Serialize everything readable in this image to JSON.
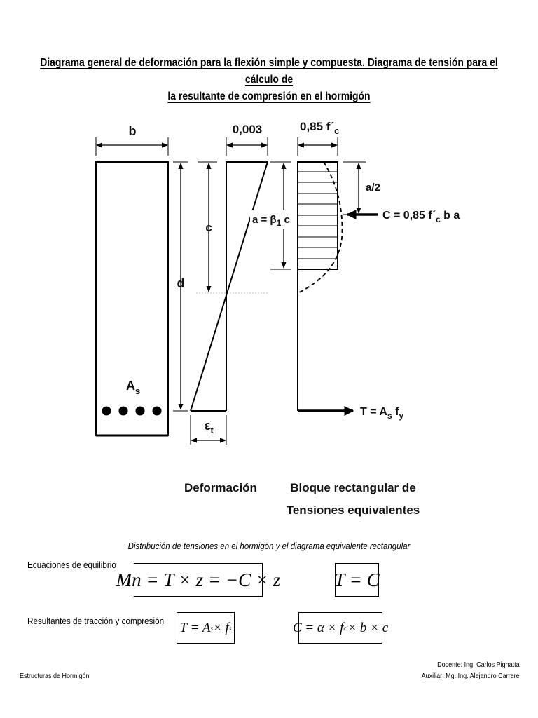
{
  "title_line1": "Diagrama general de deformación para la flexión simple y compuesta. Diagrama de tensión para el cálculo de",
  "title_line2": "la resultante de compresión en el hormigón",
  "diagram": {
    "label_b": "b",
    "label_strain": "0,003",
    "label_fc": "0,85 f´",
    "label_fc_sub": "c",
    "label_a2": "a/2",
    "label_c": "c",
    "label_d": "d",
    "label_a_beta": "a = β",
    "label_a_beta_sub": "1",
    "label_a_beta_end": " c",
    "label_C": "C = 0,85 f´",
    "label_C_sub": "c",
    "label_C_end": " b a",
    "label_As": "A",
    "label_As_sub": "s",
    "label_eps": "ε",
    "label_eps_sub": "t",
    "label_T": "T = A",
    "label_T_sub": "s",
    "label_T_end": " f",
    "label_T_sub2": "y",
    "label_deformacion": "Deformación",
    "label_bloque1": "Bloque rectangular de",
    "label_bloque2": "Tensiones equivalentes"
  },
  "caption": "Distribución de tensiones en el hormigón y el diagrama equivalente rectangular",
  "equations": {
    "label_equilibrio": "Ecuaciones de equilibrio",
    "eq_mn": "Mn = T × z = −C × z",
    "eq_tc": "T = C",
    "label_resultantes": "Resultantes de tracción y compresión",
    "eq_T_pre": "T = A",
    "eq_T_sub1": "s",
    "eq_T_mid": " × f",
    "eq_T_sub2": "s",
    "eq_C_pre": "C = α × f",
    "eq_C_sub": "c",
    "eq_C_sup": "'",
    "eq_C_end": " × b × c"
  },
  "footer": {
    "left": "Estructuras de Hormigón",
    "docente_label": "Docente",
    "docente_value": ": Ing. Carlos Pignatta",
    "auxiliar_label": "Auxiliar",
    "auxiliar_value": ": Mg. Ing. Alejandro Carrere"
  }
}
